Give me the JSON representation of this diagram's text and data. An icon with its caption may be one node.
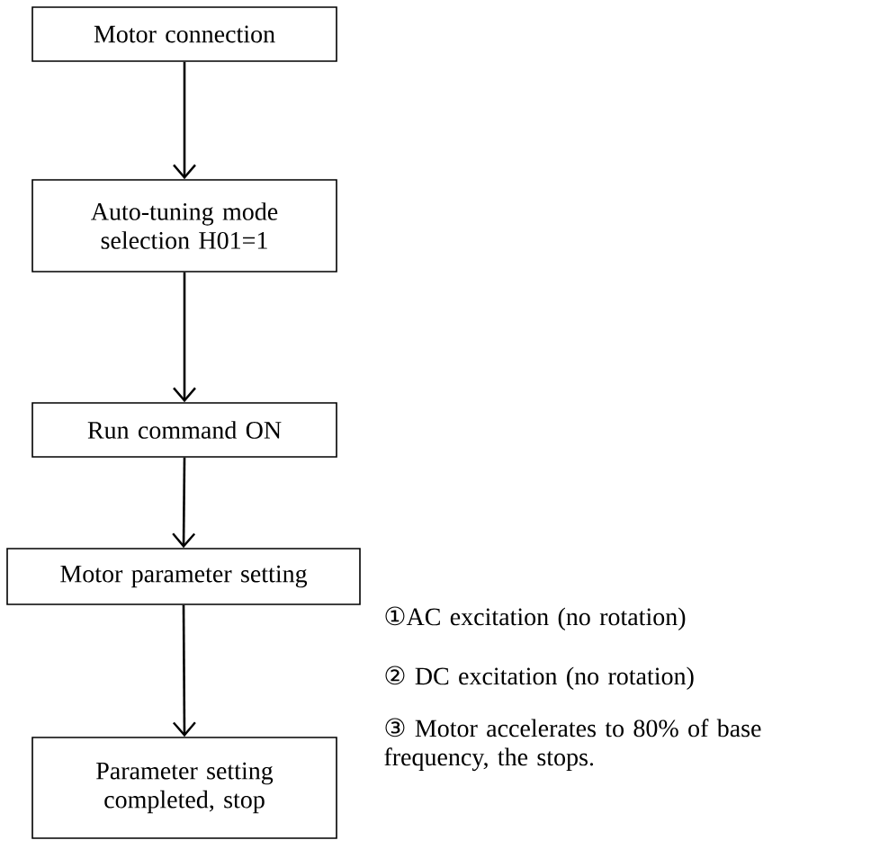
{
  "diagram": {
    "nodes": [
      {
        "text": [
          "Motor connection"
        ]
      },
      {
        "text": [
          "Auto-tuning mode selection H01=1"
        ]
      },
      {
        "text": [
          "Run command ON"
        ]
      },
      {
        "text": [
          "Motor parameter setting"
        ]
      },
      {
        "text": [
          "Parameter setting completed, stop"
        ]
      }
    ],
    "edges": [
      {
        "from": 0,
        "to": 1,
        "arrow": "to"
      },
      {
        "from": 1,
        "to": 2,
        "arrow": "to"
      },
      {
        "from": 2,
        "to": 3,
        "arrow": "to"
      },
      {
        "from": 3,
        "to": 4,
        "arrow": "to"
      }
    ],
    "labels": [
      "①AC excitation (no rotation)",
      "② DC excitation (no rotation)",
      "③ Motor accelerates to 80% of base frequency, the stops."
    ]
  }
}
